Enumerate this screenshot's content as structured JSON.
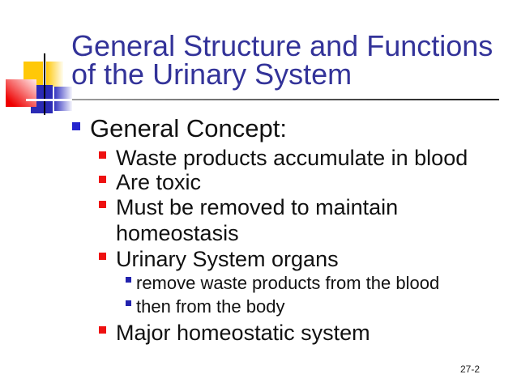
{
  "slide": {
    "title": {
      "line1": "General Structure and Functions",
      "line2": "of the Urinary System"
    },
    "bullets": [
      {
        "level": 1,
        "text": "General Concept:"
      },
      {
        "level": 2,
        "text": "Waste products accumulate in blood"
      },
      {
        "level": 2,
        "text": "Are toxic"
      },
      {
        "level": 2,
        "text": "Must be removed to maintain homeostasis"
      },
      {
        "level": 2,
        "text": "Urinary System organs"
      },
      {
        "level": 3,
        "text": "remove waste products from the blood"
      },
      {
        "level": 3,
        "text": "then from the body"
      },
      {
        "level": 2,
        "text": "Major homeostatic system"
      }
    ],
    "page_number": "27-2",
    "colors": {
      "title_text": "#333399",
      "body_text": "#111111",
      "level1_bullet": "#2525ce",
      "level2_bullet": "#ee1111",
      "level3_bullet": "#2222ad",
      "square_yellow": "#ffc808",
      "square_red": "#ee0000",
      "square_blue": "#2a2ab5",
      "underline_light": "#9e9e9e",
      "underline_dark": "#1a1a1a",
      "page_number_text": "#222222"
    }
  }
}
